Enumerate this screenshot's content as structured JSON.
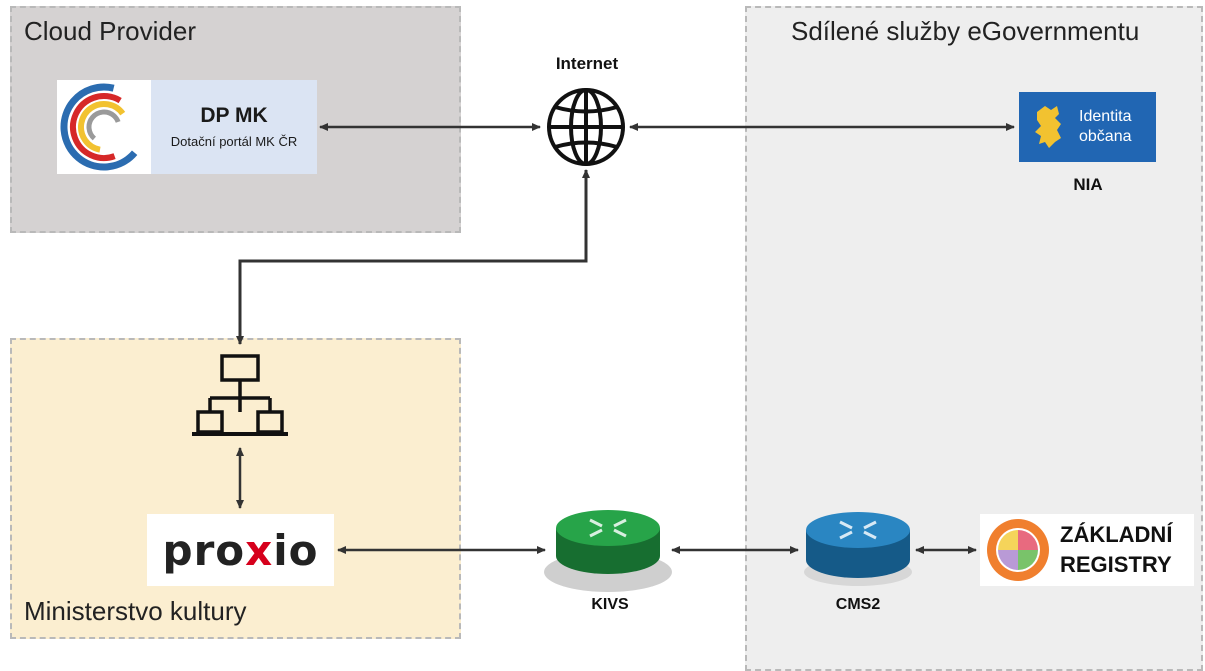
{
  "zones": {
    "cloud_provider": "Cloud Provider",
    "egov_services": "Sdílené služby eGovernmentu",
    "ministry": "Ministerstvo kultury"
  },
  "dpmk": {
    "name": "DP MK",
    "subtitle": "Dotační portál MK ČR"
  },
  "internet": {
    "label": "Internet",
    "icon": "globe-icon"
  },
  "nia": {
    "logo_text": "Identita\nobčana",
    "label": "NIA",
    "color": "#2166b3"
  },
  "proxio": {
    "prefix": "pro",
    "x": "x",
    "suffix": "io"
  },
  "kivs": {
    "label": "KIVS",
    "color": "#1e8a3c"
  },
  "cms2": {
    "label": "CMS2",
    "color": "#1f6fa3"
  },
  "zakladni_registry": {
    "line1": "ZÁKLADNÍ",
    "line2": "REGISTRY"
  },
  "network_icon": "network-topology-icon"
}
